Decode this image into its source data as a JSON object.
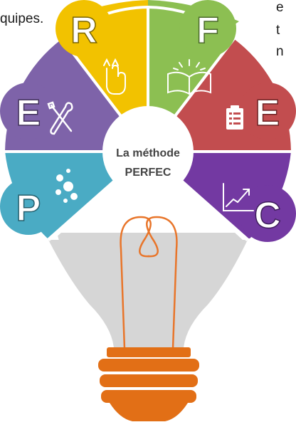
{
  "cropped_text": {
    "left_line": "quipes.",
    "right_lines": [
      "e",
      "t",
      "n"
    ]
  },
  "center": {
    "line1": "La méthode",
    "line2": "PERFEC"
  },
  "segments": [
    {
      "letter": "R",
      "color": "#F2C200",
      "icon": "hand-swipe-icon"
    },
    {
      "letter": "F",
      "color": "#8CBF52",
      "icon": "open-book-icon"
    },
    {
      "letter": "E",
      "color": "#C24D4F",
      "icon": "clipboard-checklist-icon"
    },
    {
      "letter": "C",
      "color": "#7339A2",
      "icon": "trend-chart-icon"
    },
    {
      "letter": "P",
      "color": "#4AABC4",
      "icon": "bubbles-icon"
    },
    {
      "letter": "E",
      "color": "#7E63A9",
      "icon": "wrench-screwdriver-icon"
    }
  ],
  "colors": {
    "bulb": "#D6D6D6",
    "filament": "#E8752A",
    "base": "#E26F16",
    "center_circle": "#ffffff"
  }
}
